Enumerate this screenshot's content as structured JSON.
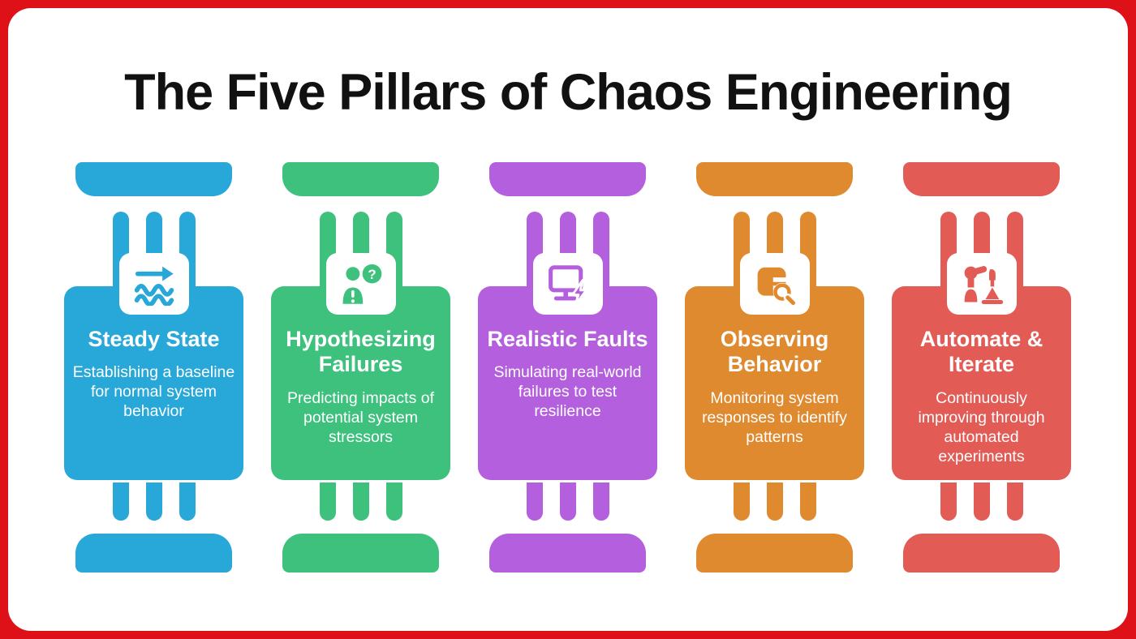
{
  "page": {
    "title": "The Five Pillars of Chaos Engineering"
  },
  "frame": {
    "border_color": "#DD1117",
    "background_color": "#FFFFFF"
  },
  "pillars": [
    {
      "title": "Steady State",
      "description": "Establishing a baseline for normal system behavior",
      "color": "#27A8D8",
      "icon": "flow-waves-arrow-icon"
    },
    {
      "title": "Hypothesizing Failures",
      "description": "Predicting impacts of potential system stressors",
      "color": "#3DC17D",
      "icon": "person-question-icon"
    },
    {
      "title": "Realistic Faults",
      "description": "Simulating real-world failures to test resilience",
      "color": "#B45FDE",
      "icon": "monitor-lightning-icon"
    },
    {
      "title": "Observing Behavior",
      "description": "Monitoring system responses to identify patterns",
      "color": "#E08A2F",
      "icon": "log-magnifier-icon"
    },
    {
      "title": "Automate & Iterate",
      "description": "Continuously improving through automated experiments",
      "color": "#E25B55",
      "icon": "robot-arm-flask-icon"
    }
  ]
}
